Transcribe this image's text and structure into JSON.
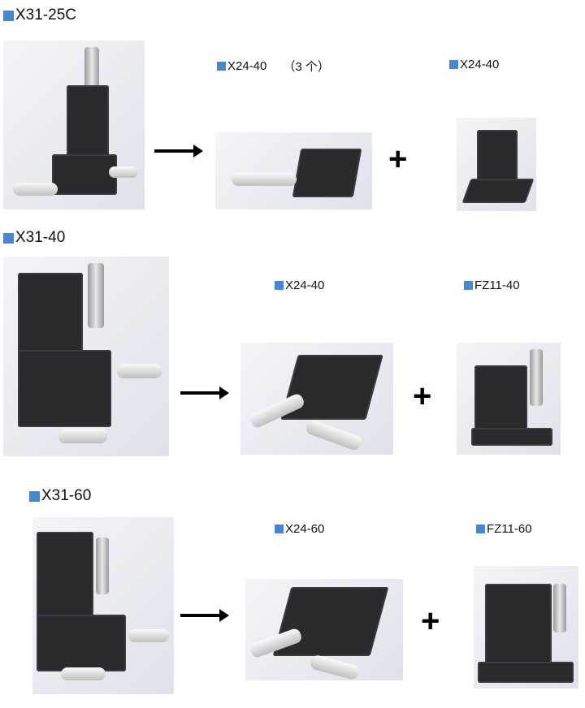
{
  "sections": [
    {
      "title": "X31-25C",
      "part1": {
        "label": "X24-40",
        "note": "（3 个）"
      },
      "part2": {
        "label": "X24-40"
      }
    },
    {
      "title": "X31-40",
      "part1": {
        "label": "X24-40"
      },
      "part2": {
        "label": "FZ11-40"
      }
    },
    {
      "title": "X31-60",
      "part1": {
        "label": "X24-60"
      },
      "part2": {
        "label": "FZ11-60"
      }
    }
  ],
  "colors": {
    "bullet": "#4a86d0"
  }
}
